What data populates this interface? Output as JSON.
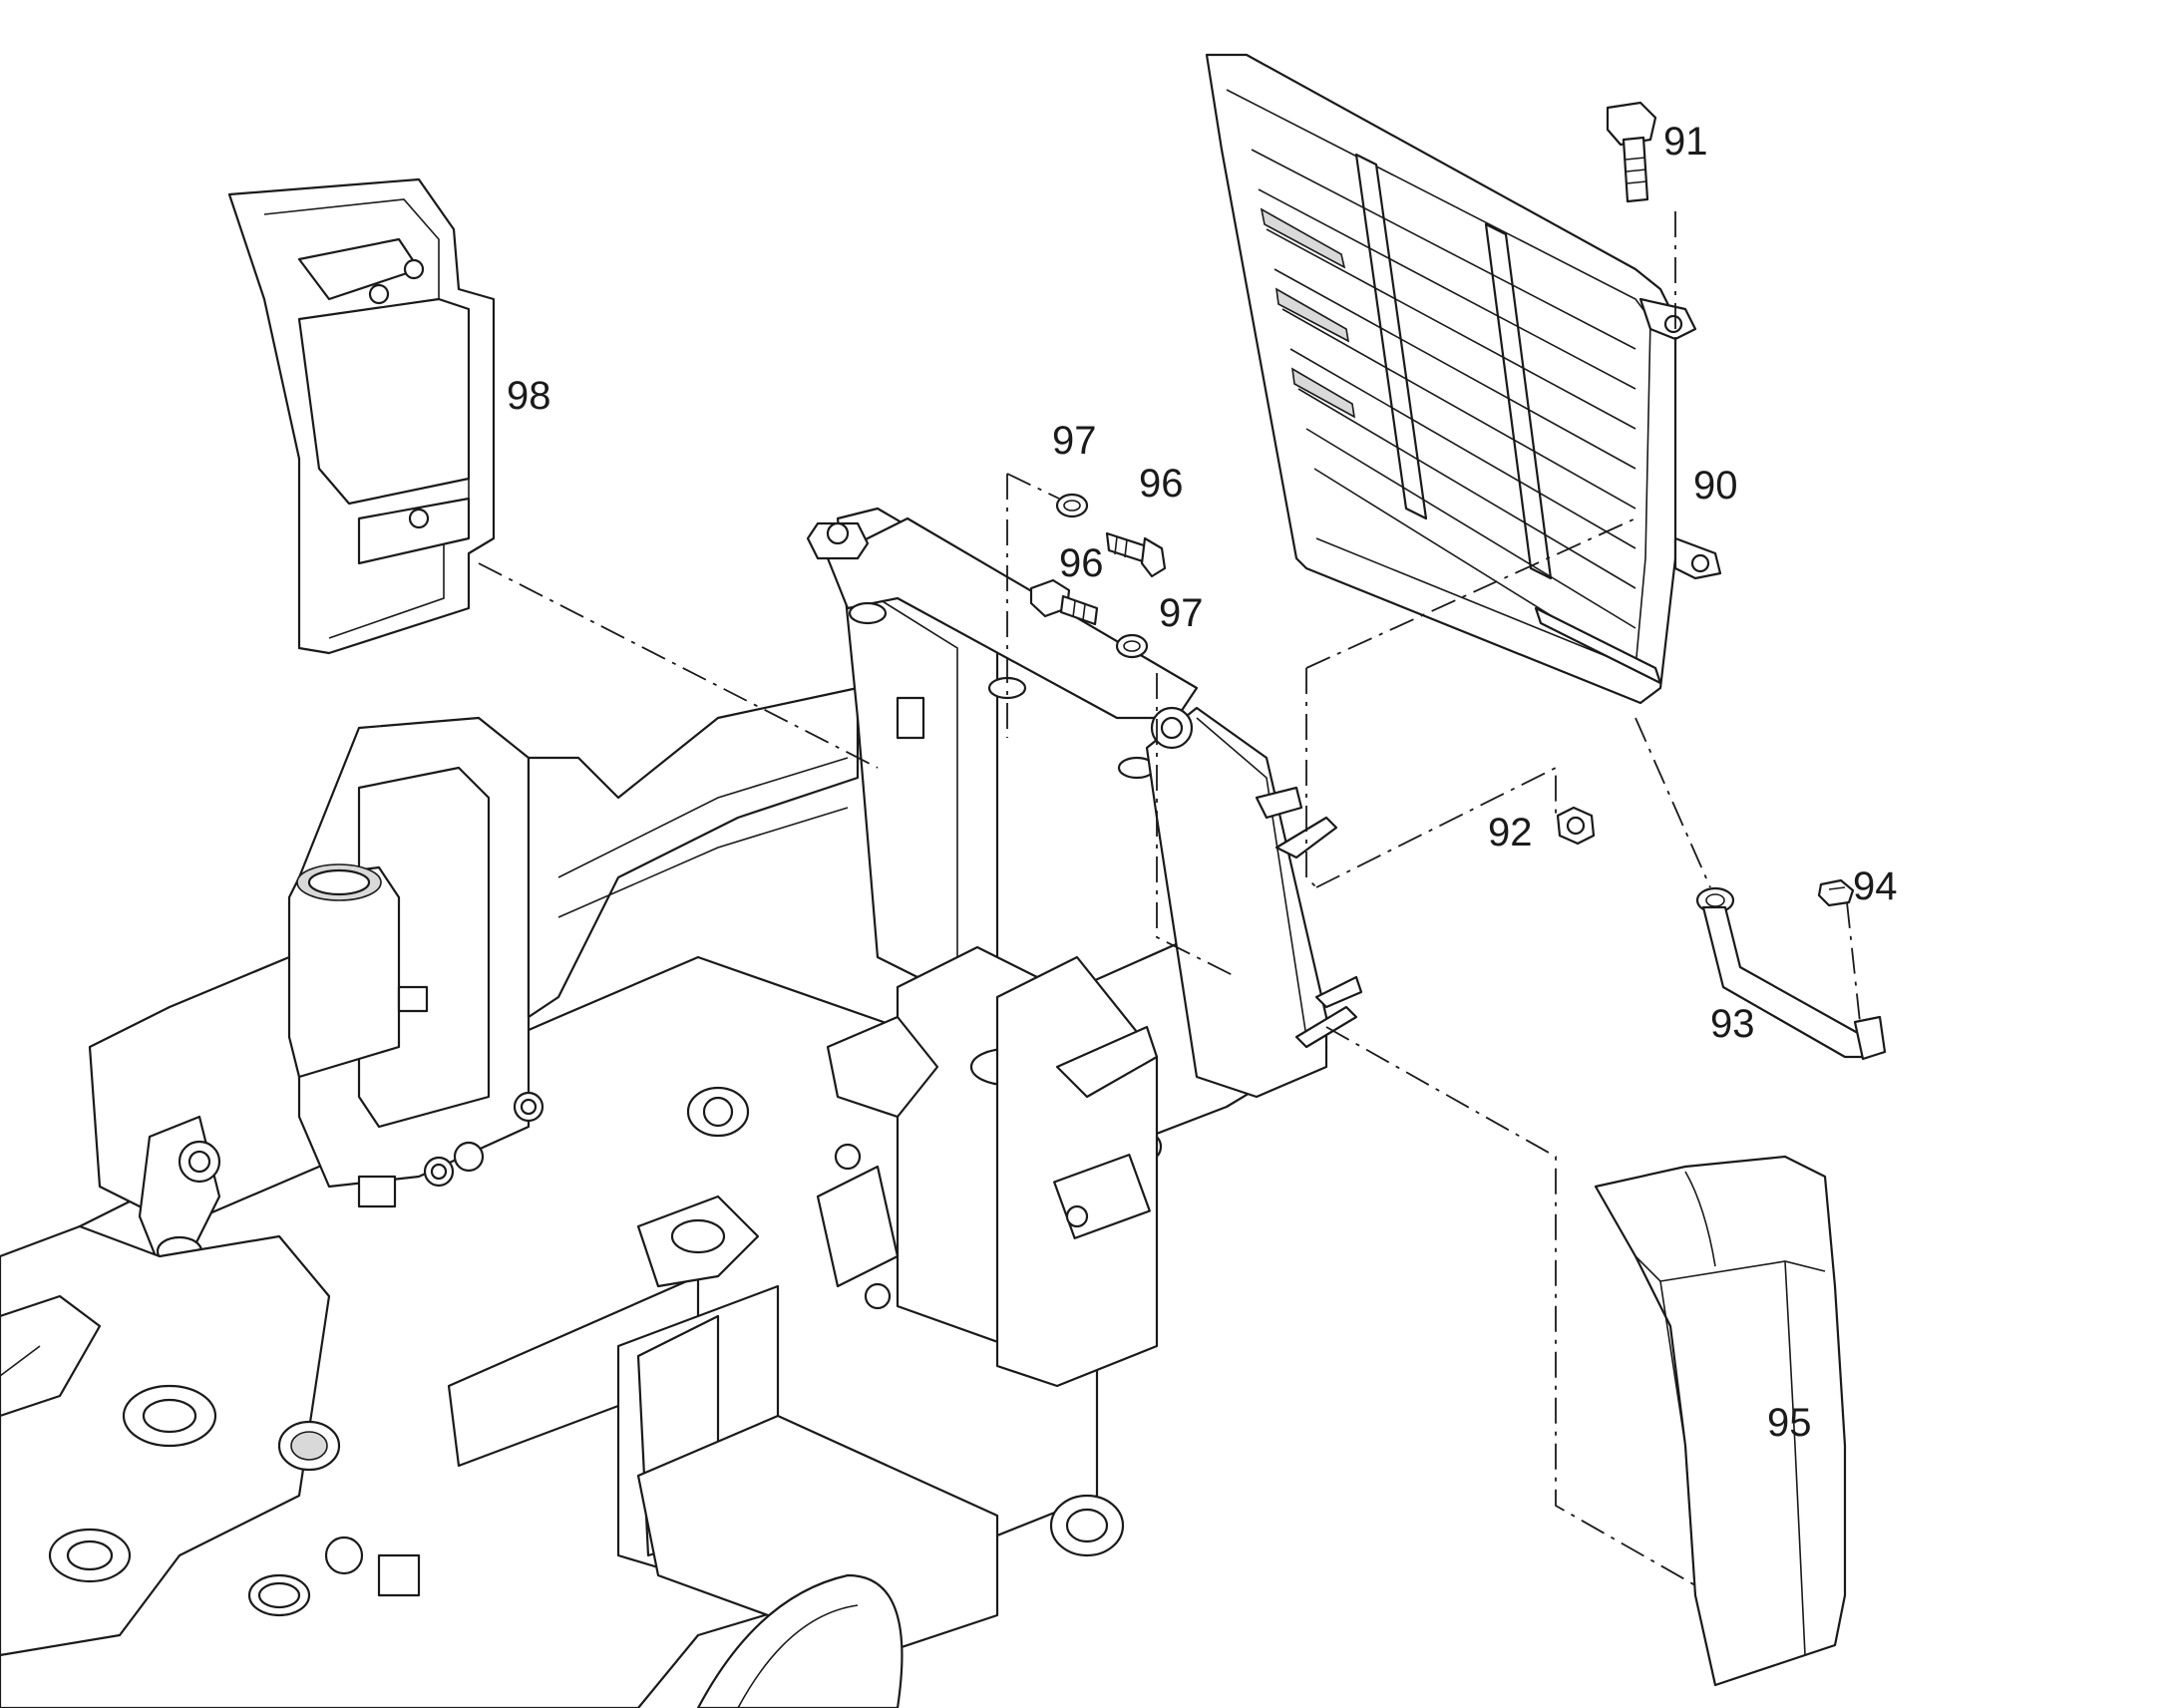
{
  "callouts": {
    "c90": "90",
    "c91": "91",
    "c92": "92",
    "c93": "93",
    "c94": "94",
    "c95": "95",
    "c96a": "96",
    "c96b": "96",
    "c97a": "97",
    "c97b": "97",
    "c98": "98"
  },
  "colors": {
    "line": "#1a1a1a",
    "background": "#ffffff",
    "shade": "#d9d9d9"
  }
}
